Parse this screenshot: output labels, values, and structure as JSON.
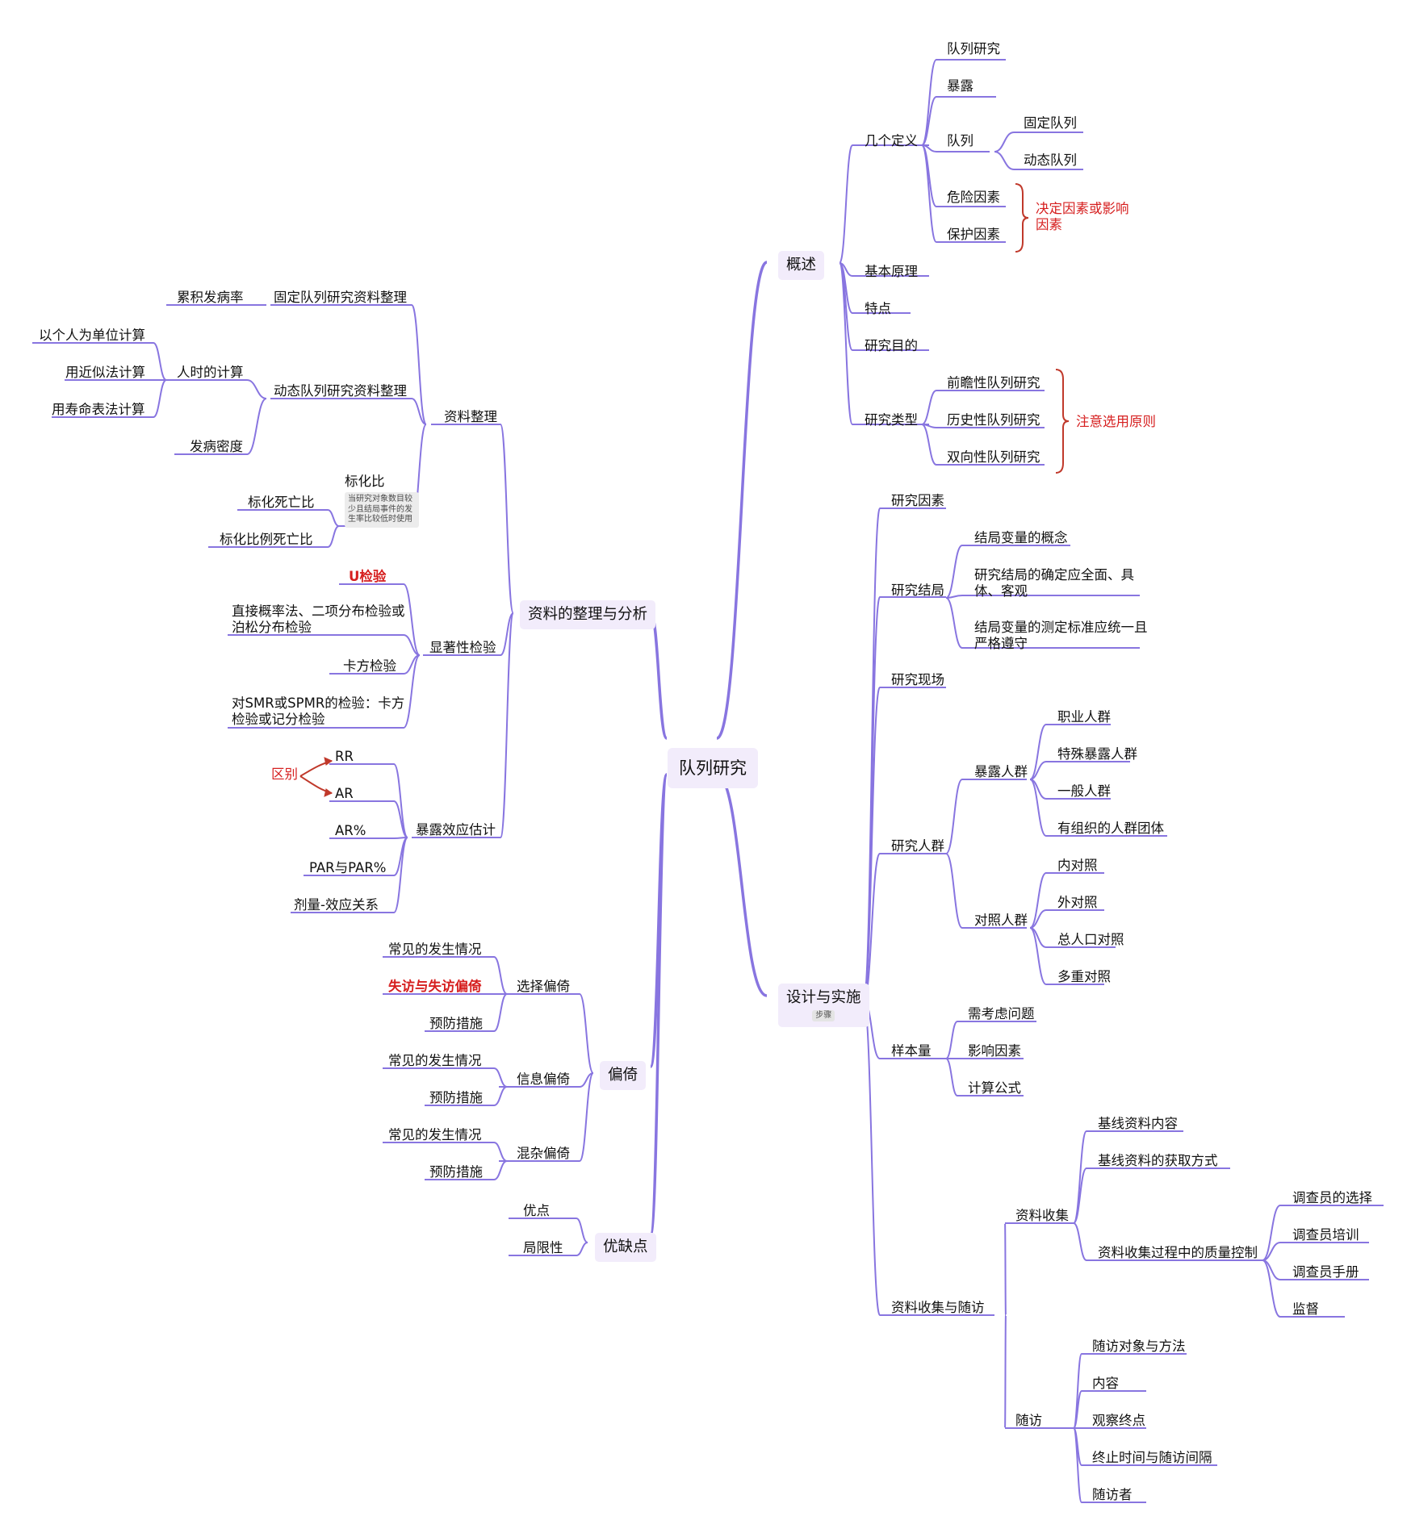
{
  "root": "队列研究",
  "overview": {
    "label": "概述",
    "definitions": {
      "label": "几个定义",
      "cohort_study": "队列研究",
      "exposure": "暴露",
      "cohort": {
        "label": "队列",
        "fixed": "固定队列",
        "dynamic": "动态队列"
      },
      "risk_factor": "危险因素",
      "protective_factor": "保护因素",
      "note": "决定因素或影响因素"
    },
    "principle": "基本原理",
    "features": "特点",
    "purpose": "研究目的",
    "types": {
      "label": "研究类型",
      "prospective": "前瞻性队列研究",
      "historical": "历史性队列研究",
      "ambispective": "双向性队列研究",
      "note": "注意选用原则"
    }
  },
  "design": {
    "label": "设计与实施",
    "tag": "步骤",
    "factors": "研究因素",
    "outcome": {
      "label": "研究结局",
      "concept": "结局变量的概念",
      "determination": "研究结局的确定应全面、具体、客观",
      "standard": "结局变量的测定标准应统一且严格遵守"
    },
    "site": "研究现场",
    "population": {
      "label": "研究人群",
      "exposed": {
        "label": "暴露人群",
        "occupational": "职业人群",
        "special": "特殊暴露人群",
        "general": "一般人群",
        "organized": "有组织的人群团体"
      },
      "control": {
        "label": "对照人群",
        "internal": "内对照",
        "external": "外对照",
        "general_pop": "总人口对照",
        "multiple": "多重对照"
      }
    },
    "sample": {
      "label": "样本量",
      "considerations": "需考虑问题",
      "influences": "影响因素",
      "formula": "计算公式"
    },
    "collection": {
      "label": "资料收集与随访",
      "data": {
        "label": "资料收集",
        "baseline_content": "基线资料内容",
        "baseline_method": "基线资料的获取方式",
        "qc": {
          "label": "资料收集过程中的质量控制",
          "selection": "调查员的选择",
          "training": "调查员培训",
          "manual": "调查员手册",
          "supervision": "监督"
        }
      },
      "followup": {
        "label": "随访",
        "subjects": "随访对象与方法",
        "content": "内容",
        "endpoints": "观察终点",
        "interval": "终止时间与随访间隔",
        "interviewer": "随访者"
      }
    }
  },
  "analysis": {
    "label": "资料的整理与分析",
    "arrangement": {
      "label": "资料整理",
      "fixed": {
        "label": "固定队列研究资料整理",
        "cumulative": "累积发病率"
      },
      "dynamic": {
        "label": "动态队列研究资料整理",
        "person_time": {
          "label": "人时的计算",
          "individual": "以个人为单位计算",
          "approx": "用近似法计算",
          "life_table": "用寿命表法计算"
        },
        "density": "发病密度"
      },
      "standardized": {
        "label": "标化比",
        "note": "当研究对象数目较少且结局事件的发生率比较低时使用",
        "smr": "标化死亡比",
        "spmr": "标化比例死亡比"
      }
    },
    "significance": {
      "label": "显著性检验",
      "u_test": "U检验",
      "direct": "直接概率法、二项分布检验或泊松分布检验",
      "chi": "卡方检验",
      "smr_test": "对SMR或SPMR的检验：卡方检验或记分检验"
    },
    "effect": {
      "label": "暴露效应估计",
      "rr": "RR",
      "ar": "AR",
      "ar_pct": "AR%",
      "par": "PAR与PAR%",
      "dose": "剂量-效应关系",
      "diff_note": "区别"
    }
  },
  "bias": {
    "label": "偏倚",
    "selection": {
      "label": "选择偏倚",
      "common": "常见的发生情况",
      "loss": "失访与失访偏倚",
      "prevention": "预防措施"
    },
    "information": {
      "label": "信息偏倚",
      "common": "常见的发生情况",
      "prevention": "预防措施"
    },
    "confounding": {
      "label": "混杂偏倚",
      "common": "常见的发生情况",
      "prevention": "预防措施"
    }
  },
  "pros_cons": {
    "label": "优缺点",
    "pros": "优点",
    "cons": "局限性"
  },
  "colors": {
    "link": "#8875e0",
    "brace": "#c0392b",
    "node_bg": "#f2ecfb",
    "highlight": "#d61f1f"
  }
}
